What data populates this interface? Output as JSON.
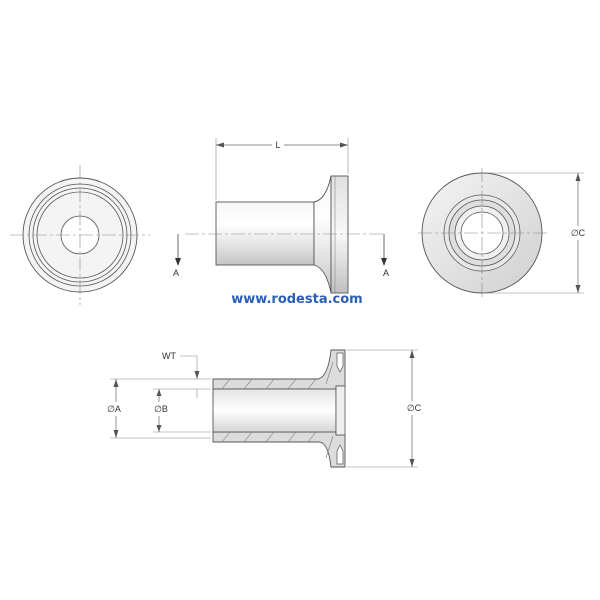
{
  "labels": {
    "length": "L",
    "section_left": "A",
    "section_right": "A",
    "diameter_c_top": "∅C",
    "wall_thickness": "WT",
    "diameter_a": "∅A",
    "diameter_b": "∅B",
    "diameter_c_bottom": "∅C"
  },
  "watermark": "www.rodesta.com",
  "colors": {
    "line": "#555555",
    "shade_light": "#f2f2f2",
    "shade_mid": "#d8d8d8",
    "shade_dark": "#b4b4b4",
    "watermark": "#2a5fb5",
    "dim_line": "#888888"
  }
}
